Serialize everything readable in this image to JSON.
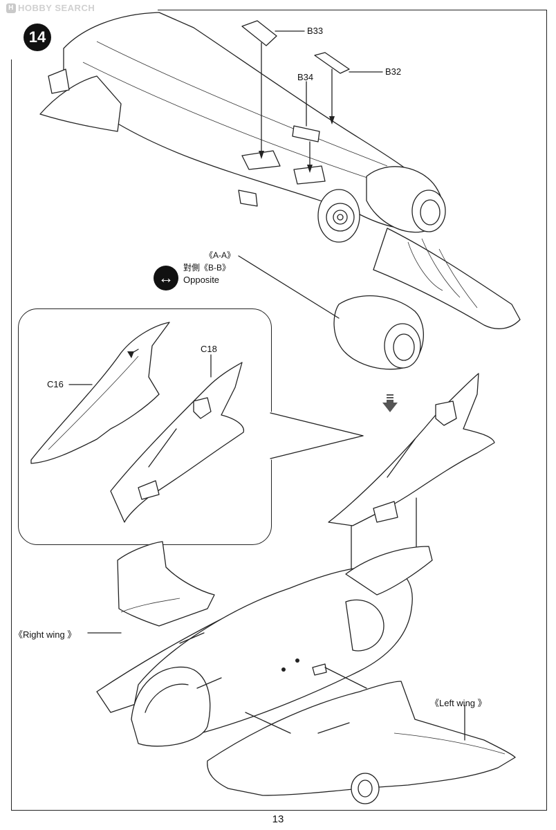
{
  "watermark": {
    "logo": "H",
    "text": "HOBBY SEARCH"
  },
  "step": {
    "number": "14"
  },
  "callouts": {
    "b33": "B33",
    "b32": "B32",
    "b34": "B34",
    "c18": "C18",
    "c16": "C16"
  },
  "opposite": {
    "line1": "《A-A》",
    "line2": "對側《B-B》",
    "line3": "Opposite",
    "icon": "double-arrow-icon"
  },
  "wings": {
    "right": "《Right wing 》",
    "left": "《Left wing 》"
  },
  "page": {
    "number": "13"
  }
}
